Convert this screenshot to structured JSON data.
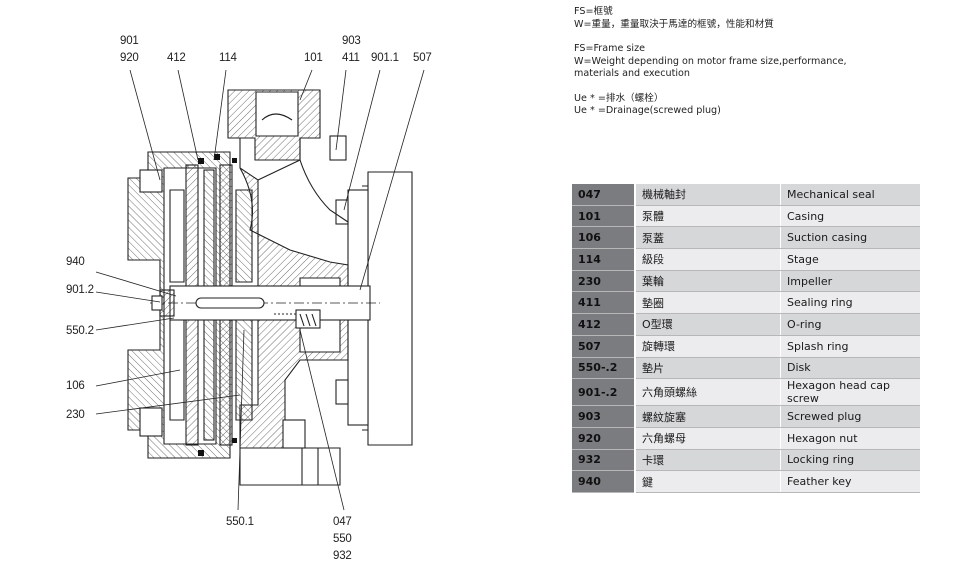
{
  "notes": {
    "fs_zh": "FS=框號",
    "w_zh": "W=重量，重量取決于馬達的框號，性能和材質",
    "fs_en": "FS=Frame size",
    "w_en": "W=Weight depending on motor frame size,performance,",
    "w_en_cont": "materials and execution",
    "drain_zh": "Ue * =排水（螺栓）",
    "drain_en": "Ue * =Drainage(screwed plug)"
  },
  "callouts": {
    "c901": "901",
    "c920": "920",
    "c412": "412",
    "c114": "114",
    "c101": "101",
    "c903": "903",
    "c411": "411",
    "c9011": "901.1",
    "c507": "507",
    "c940": "940",
    "c9012": "901.2",
    "c5502": "550.2",
    "c106": "106",
    "c230": "230",
    "c5501": "550.1",
    "c047": "047",
    "c550": "550",
    "c932": "932"
  },
  "parts": [
    {
      "num": "047",
      "zh": "機械軸封",
      "en": "Mechanical seal"
    },
    {
      "num": "101",
      "zh": "泵體",
      "en": "Casing"
    },
    {
      "num": "106",
      "zh": "泵蓋",
      "en": "Suction casing"
    },
    {
      "num": "114",
      "zh": "級段",
      "en": "Stage"
    },
    {
      "num": "230",
      "zh": "葉輪",
      "en": "Impeller"
    },
    {
      "num": "411",
      "zh": "墊圈",
      "en": "Sealing ring"
    },
    {
      "num": "412",
      "zh": "O型環",
      "en": "O-ring"
    },
    {
      "num": "507",
      "zh": "旋轉環",
      "en": "Splash ring"
    },
    {
      "num": "550-.2",
      "zh": "墊片",
      "en": "Disk"
    },
    {
      "num": "901-.2",
      "zh": "六角頭螺絲",
      "en": "Hexagon head cap screw"
    },
    {
      "num": "903",
      "zh": "螺紋旋塞",
      "en": "Screwed plug"
    },
    {
      "num": "920",
      "zh": "六角螺母",
      "en": "Hexagon nut"
    },
    {
      "num": "932",
      "zh": "卡環",
      "en": "Locking ring"
    },
    {
      "num": "940",
      "zh": "鍵",
      "en": "Feather key"
    }
  ]
}
